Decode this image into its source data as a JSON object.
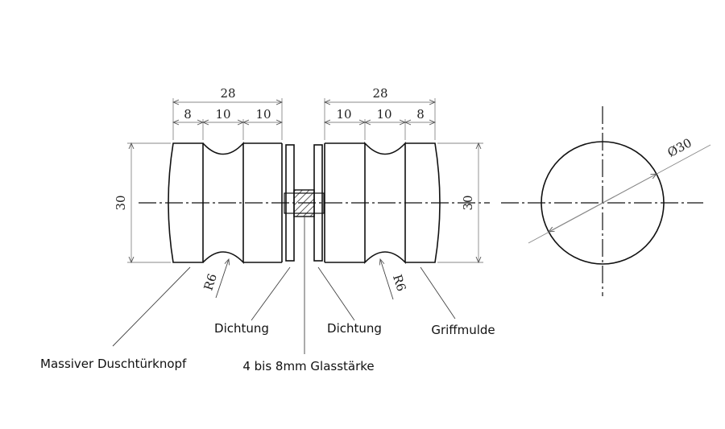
{
  "dimensions": {
    "left_overall": "28",
    "left_seg_1": "8",
    "left_seg_2": "10",
    "left_seg_3": "10",
    "left_height": "30",
    "right_overall": "28",
    "right_seg_1": "10",
    "right_seg_2": "10",
    "right_seg_3": "8",
    "right_height": "30",
    "radius_left": "R6",
    "radius_right": "R6",
    "diameter": "Ø30"
  },
  "labels": {
    "dichtung_left": "Dichtung",
    "dichtung_right": "Dichtung",
    "griffmulde": "Griffmulde",
    "knob": "Massiver Duschtürknopf",
    "glass": "4 bis 8mm Glasstärke"
  }
}
